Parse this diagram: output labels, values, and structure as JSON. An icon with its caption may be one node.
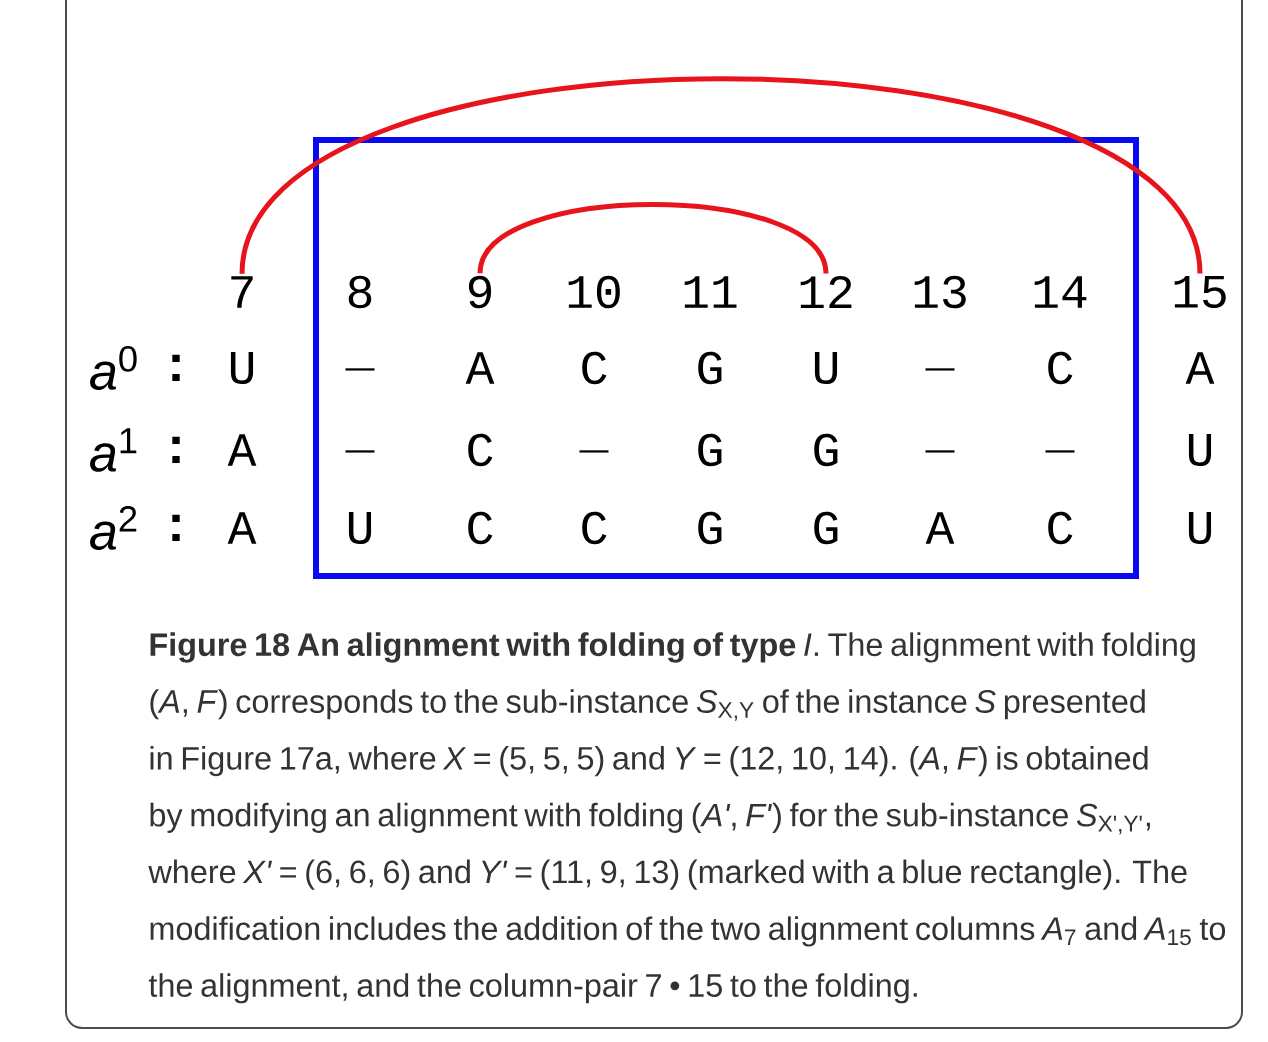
{
  "diagram": {
    "caption": "**Figure 18 An alignment with folding of type** *I*. The alignment with folding (*A*, *F*) corresponds to the sub-instance *S*$_{X,Y}$ of the instance *S* presented in Figure 17a, where *X* = (5, 5, 5) and *Y* = (12, 10, 14). (*A*, *F*) is obtained by modifying an alignment with folding (*A'*, *F'*) for the sub-instance *S*$_{X',Y'}$, where *X'* = (6, 6, 6) and *Y'* = (11, 9, 13) (marked with a blue rectangle). The modification includes the addition of the two alignment columns *A*$_{7}$ and *A*$_{15}$ to the alignment, and the column-pair 7 • 15 to the folding.",
    "nodes": [
      {
        "text": [],
        "shape": "box"
      },
      {
        "text": [
          "7"
        ]
      },
      {
        "text": [
          "8"
        ],
        "in": 0
      },
      {
        "text": [
          "9"
        ],
        "in": 0
      },
      {
        "text": [
          "10"
        ],
        "in": 0
      },
      {
        "text": [
          "11"
        ],
        "in": 0
      },
      {
        "text": [
          "12"
        ],
        "in": 0
      },
      {
        "text": [
          "13"
        ],
        "in": 0
      },
      {
        "text": [
          "14"
        ],
        "in": 0
      },
      {
        "text": [
          "15"
        ]
      }
    ],
    "edges": [
      {
        "from": 1,
        "to": 9,
        "arrow": "none"
      },
      {
        "from": 3,
        "to": 6,
        "arrow": "none"
      }
    ],
    "labels": [
      "*a*$^{0}$",
      ":",
      "U",
      "_",
      "A",
      "C",
      "G",
      "U",
      "_",
      "C",
      "A",
      "*a*$^{1}$",
      ":",
      "A",
      "_",
      "C",
      "_",
      "G",
      "G",
      "_",
      "_",
      "U",
      "*a*$^{2}$",
      ":",
      "A",
      "U",
      "C",
      "C",
      "G",
      "G",
      "A",
      "C",
      "U"
    ]
  }
}
